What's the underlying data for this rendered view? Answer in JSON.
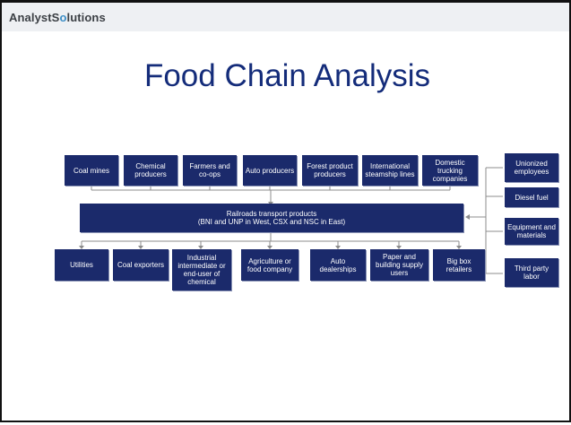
{
  "header": {
    "logo_prefix": "AnalystS",
    "logo_o": "o",
    "logo_suffix": "lutions"
  },
  "title": "Food Chain Analysis",
  "suppliers": [
    "Coal mines",
    "Chemical producers",
    "Farmers and co-ops",
    "Auto producers",
    "Forest product producers",
    "International steamship lines",
    "Domestic trucking companies"
  ],
  "center": {
    "line1": "Railroads transport products",
    "line2": "(BNI and UNP in West, CSX and NSC in East)"
  },
  "customers": [
    "Utilities",
    "Coal exporters",
    "Industrial intermediate or end-user of chemical",
    "Agriculture or food company",
    "Auto dealerships",
    "Paper and building supply users",
    "Big box retailers"
  ],
  "inputs": [
    "Unionized employees",
    "Diesel fuel",
    "Equipment and materials",
    "Third party labor"
  ],
  "colors": {
    "box": "#1b2a6b",
    "title": "#142c7a",
    "connector": "#8c8c8c"
  }
}
